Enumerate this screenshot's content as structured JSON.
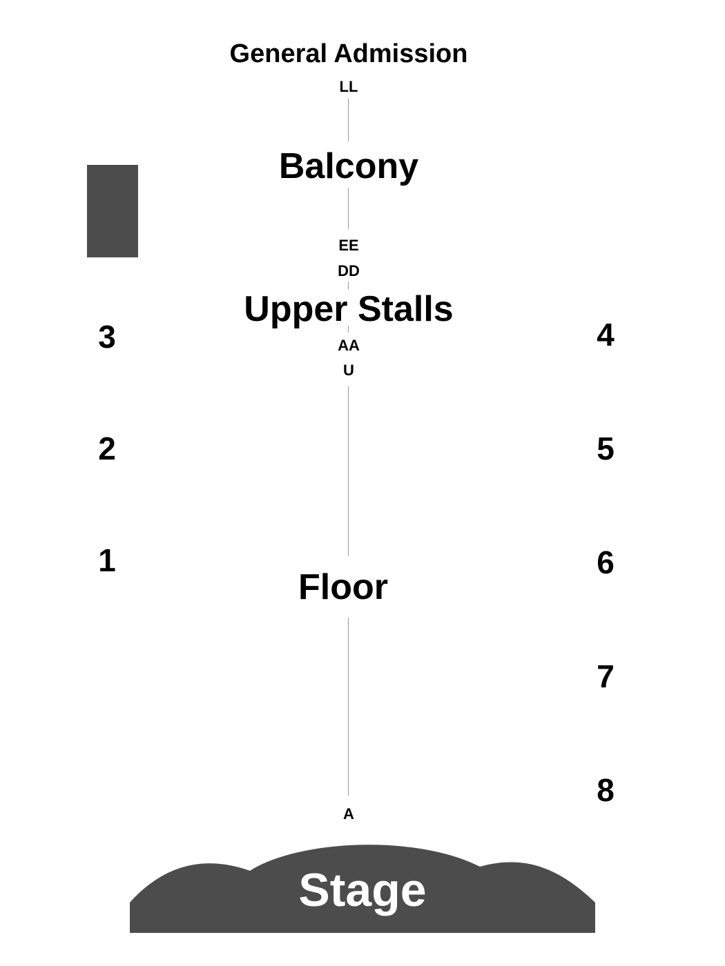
{
  "sections": {
    "general_admission": "General Admission",
    "balcony": "Balcony",
    "upper_stalls": "Upper Stalls",
    "floor": "Floor",
    "stage": "Stage"
  },
  "rows": {
    "ll": "LL",
    "ee": "EE",
    "dd": "DD",
    "aa": "AA",
    "u": "U",
    "a": "A"
  },
  "boxes": {
    "left": [
      "3",
      "2",
      "1"
    ],
    "right": [
      "4",
      "5",
      "6",
      "7",
      "8"
    ]
  },
  "colors": {
    "stage_fill": "#4c4c4c",
    "box_fill": "#4c4c4c",
    "aisle_line": "#9a9a9a",
    "text": "#000000",
    "stage_text": "#ffffff"
  }
}
